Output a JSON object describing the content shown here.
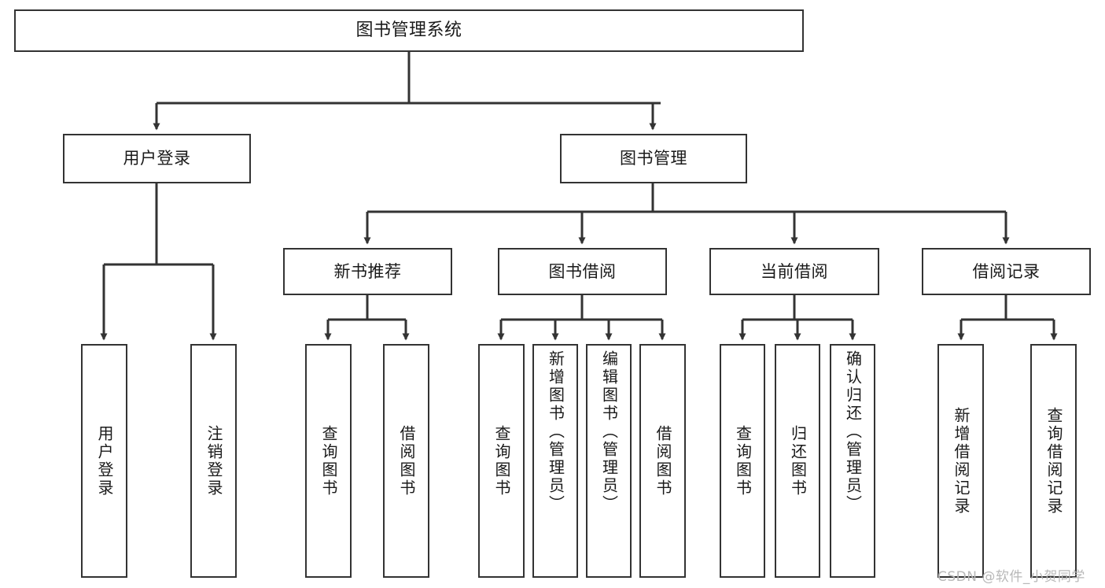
{
  "diagram": {
    "title": "图书管理系统",
    "type": "hierarchy-tree",
    "background_color": "#ffffff",
    "line_color": "#333333",
    "box_fill": "#ffffff",
    "text_color": "#1a1a1a"
  },
  "nodes": {
    "root": {
      "label": "图书管理系统",
      "level": 0,
      "orientation": "horizontal"
    },
    "level1": [
      {
        "id": "user-login",
        "label": "用户登录",
        "orientation": "horizontal"
      },
      {
        "id": "book-management",
        "label": "图书管理",
        "orientation": "horizontal"
      }
    ],
    "level2": [
      {
        "id": "new-book-recommend",
        "label": "新书推荐",
        "orientation": "horizontal",
        "parent": "book-management"
      },
      {
        "id": "book-borrow",
        "label": "图书借阅",
        "orientation": "horizontal",
        "parent": "book-management"
      },
      {
        "id": "current-borrow",
        "label": "当前借阅",
        "orientation": "horizontal",
        "parent": "book-management"
      },
      {
        "id": "borrow-record",
        "label": "借阅记录",
        "orientation": "horizontal",
        "parent": "book-management"
      }
    ],
    "leaves": [
      {
        "id": "leaf-user-login",
        "label": "用户登录",
        "parent": "user-login",
        "orientation": "vertical"
      },
      {
        "id": "leaf-logout",
        "label": "注销登录",
        "parent": "user-login",
        "orientation": "vertical"
      },
      {
        "id": "leaf-query-book-1",
        "label": "查询图书",
        "parent": "new-book-recommend",
        "orientation": "vertical"
      },
      {
        "id": "leaf-borrow-book-1",
        "label": "借阅图书",
        "parent": "new-book-recommend",
        "orientation": "vertical"
      },
      {
        "id": "leaf-query-book-2",
        "label": "查询图书",
        "parent": "book-borrow",
        "orientation": "vertical"
      },
      {
        "id": "leaf-add-book",
        "label": "新增图书（管理员）",
        "parent": "book-borrow",
        "orientation": "vertical"
      },
      {
        "id": "leaf-edit-book",
        "label": "编辑图书（管理员）",
        "parent": "book-borrow",
        "orientation": "vertical"
      },
      {
        "id": "leaf-borrow-book-2",
        "label": "借阅图书",
        "parent": "book-borrow",
        "orientation": "vertical"
      },
      {
        "id": "leaf-query-book-3",
        "label": "查询图书",
        "parent": "current-borrow",
        "orientation": "vertical"
      },
      {
        "id": "leaf-return-book",
        "label": "归还图书",
        "parent": "current-borrow",
        "orientation": "vertical"
      },
      {
        "id": "leaf-confirm-return",
        "label": "确认归还（管理员）",
        "parent": "current-borrow",
        "orientation": "vertical"
      },
      {
        "id": "leaf-add-record",
        "label": "新增借阅记录",
        "parent": "borrow-record",
        "orientation": "vertical"
      },
      {
        "id": "leaf-query-record",
        "label": "查询借阅记录",
        "parent": "borrow-record",
        "orientation": "vertical"
      }
    ]
  },
  "watermark": {
    "text": "CSDN @软件_小贺同学"
  }
}
